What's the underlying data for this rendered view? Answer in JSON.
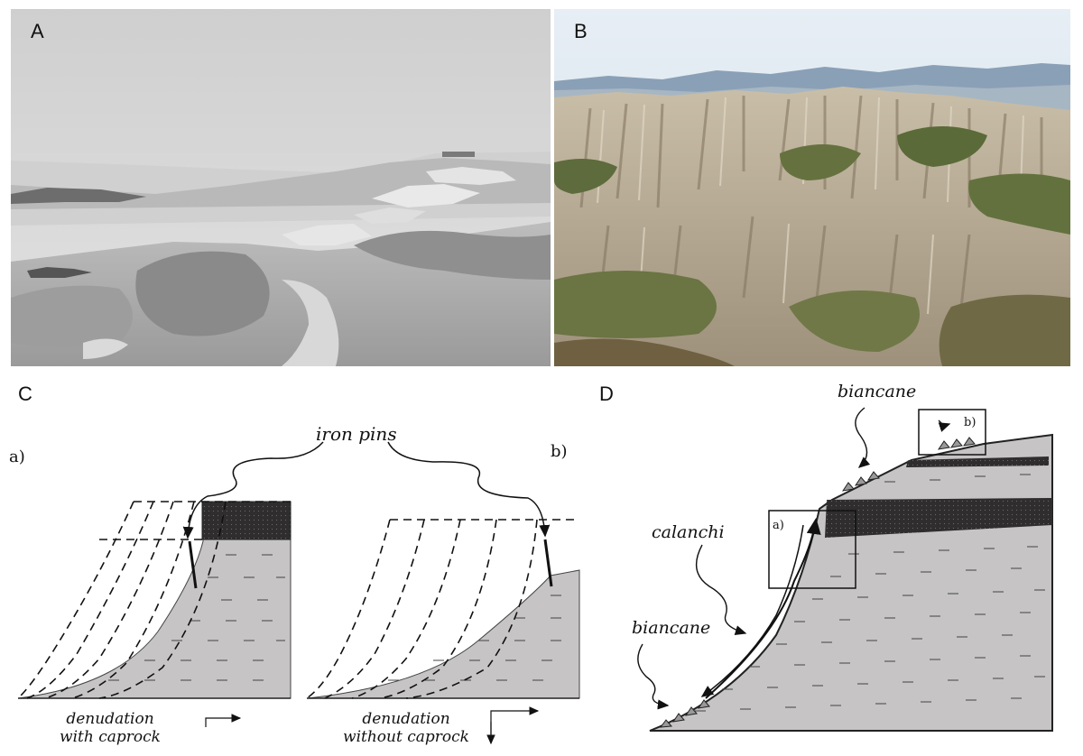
{
  "panels": {
    "a": {
      "letter": "A"
    },
    "b": {
      "letter": "B"
    },
    "c": {
      "letter": "C",
      "sub_a": "a)",
      "sub_b": "b)",
      "iron_pins": "iron pins",
      "caption_left_1": "denudation",
      "caption_left_2": "with caprock",
      "caption_right_1": "denudation",
      "caption_right_2": "without caprock"
    },
    "d": {
      "letter": "D",
      "biancane_top": "biancane",
      "calanchi": "calanchi",
      "biancane_bottom": "biancane",
      "box_a": "a)",
      "box_b": "b)"
    }
  },
  "colors": {
    "clay": "#c6c4c4",
    "caprock": "#2f2d2d",
    "photo_a_sky": "#d9d9d9",
    "photo_b_sky": "#dfe9f2",
    "badland": "#b8ad98"
  }
}
